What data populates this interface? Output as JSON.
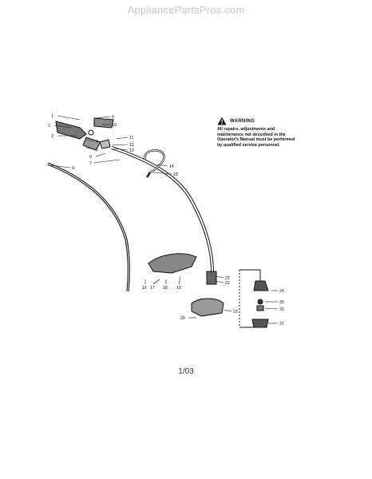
{
  "watermark": "AppliancePartsPros.com",
  "warning": {
    "title": "WARNING",
    "body": "All repairs, adjustments and maintenance not described in the Operator's Manual must be performed by qualified service personnel."
  },
  "page_number": "1/03",
  "callouts": [
    "1",
    "2",
    "3",
    "4",
    "5",
    "6",
    "7",
    "8",
    "9",
    "10",
    "11",
    "12",
    "13",
    "14",
    "15",
    "16",
    "17",
    "18",
    "19",
    "20",
    "21",
    "22",
    "23",
    "24",
    "25",
    "26",
    "27"
  ]
}
